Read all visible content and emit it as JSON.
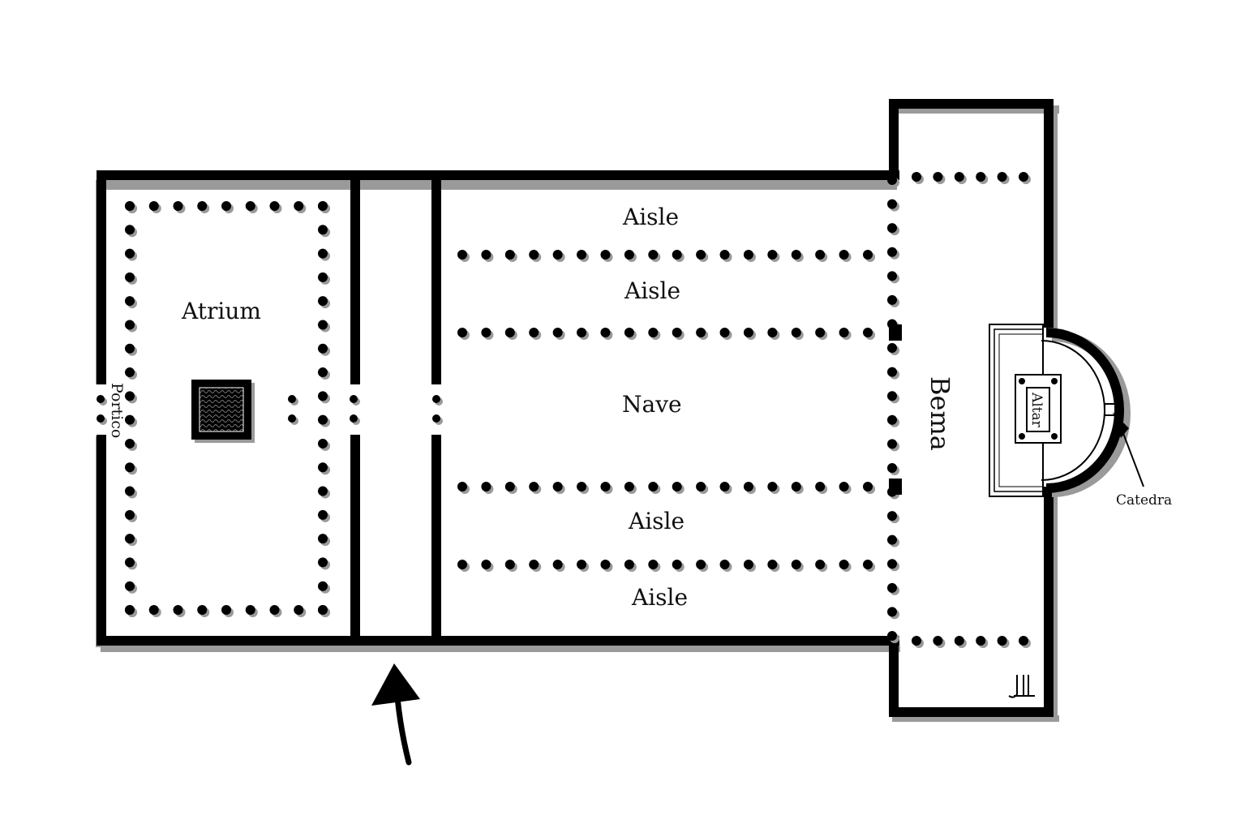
{
  "labels": {
    "atrium": "Atrium",
    "portico": "Portico",
    "nave": "Nave",
    "aisle_1": "Aisle",
    "aisle_2": "Aisle",
    "aisle_3": "Aisle",
    "aisle_4": "Aisle",
    "bema": "Bema",
    "altar": "Altar",
    "catedra": "Catedra"
  },
  "colors": {
    "wall": "#000000",
    "shadow": "#9a9a9a",
    "column": "#000000",
    "background": "#ffffff"
  }
}
